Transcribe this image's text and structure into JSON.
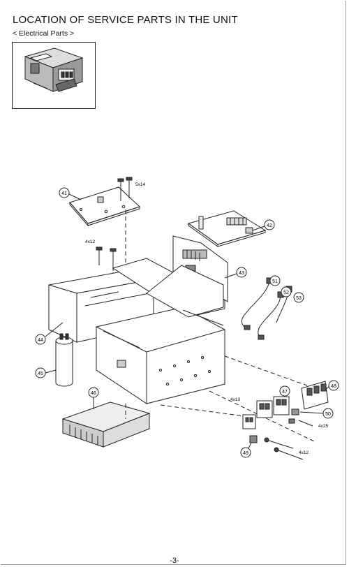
{
  "document": {
    "title": "LOCATION OF SERVICE PARTS IN THE UNIT",
    "subtitle": "< Electrical Parts >",
    "page_number": "-3-"
  },
  "diagram": {
    "callouts": {
      "c41": "41",
      "c42": "42",
      "c43": "43",
      "c44": "44",
      "c45": "45",
      "c46": "46",
      "c47": "47",
      "c48": "48",
      "c49": "49",
      "c50": "50",
      "c51": "51",
      "c52": "52",
      "c53": "53"
    },
    "screw_specs": {
      "s1": "5x14",
      "s2": "4x12",
      "s3": "4x13",
      "s4": "4x25",
      "s5": "4x12"
    }
  }
}
